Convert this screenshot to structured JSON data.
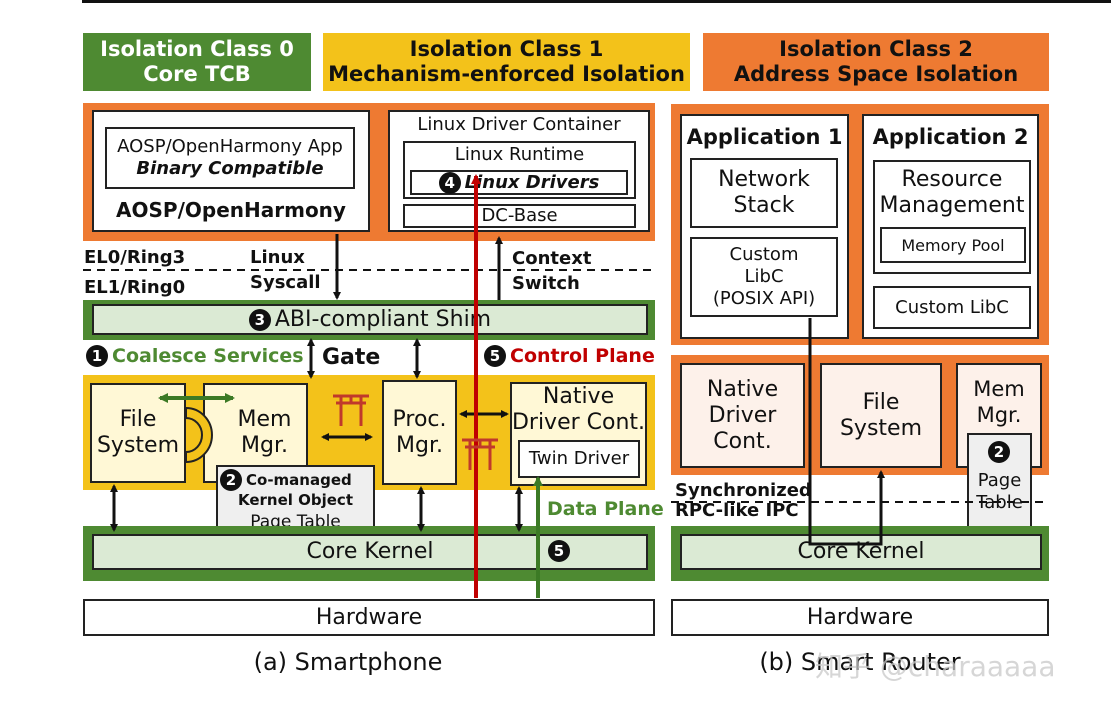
{
  "headers": {
    "class0": {
      "line1": "Isolation Class 0",
      "line2": "Core TCB",
      "color": "#4e8a32"
    },
    "class1": {
      "line1": "Isolation Class 1",
      "line2": "Mechanism-enforced Isolation",
      "color": "#f3c21a"
    },
    "class2": {
      "line1": "Isolation Class 2",
      "line2": "Address Space Isolation",
      "color": "#ee7a32"
    }
  },
  "smartphone": {
    "aosp_app_line1": "AOSP/OpenHarmony App",
    "aosp_app_line2": "Binary Compatible",
    "aosp_label": "AOSP/OpenHarmony",
    "ldc_title": "Linux Driver Container",
    "linux_runtime": "Linux Runtime",
    "linux_drivers_num": "4",
    "linux_drivers": "Linux Drivers",
    "dc_base": "DC-Base",
    "el0": "EL0/Ring3",
    "el1": "EL1/Ring0",
    "linux_syscall_1": "Linux",
    "linux_syscall_2": "Syscall",
    "context_switch_1": "Context",
    "context_switch_2": "Switch",
    "shim_num": "3",
    "shim": "ABI-compliant Shim",
    "coalesce_num": "1",
    "coalesce": "Coalesce Services",
    "gate": "Gate",
    "control_num": "5",
    "control_plane": "Control Plane",
    "file_system_1": "File",
    "file_system_2": "System",
    "mem_mgr_1": "Mem",
    "mem_mgr_2": "Mgr.",
    "proc_mgr_1": "Proc.",
    "proc_mgr_2": "Mgr.",
    "native_driver_1": "Native",
    "native_driver_2": "Driver Cont.",
    "twin_driver": "Twin Driver",
    "comanaged_num": "2",
    "comanaged_1": "Co-managed",
    "comanaged_2": "Kernel Object",
    "page_table": "Page Table",
    "data_plane": "Data Plane",
    "data_num": "5",
    "core_kernel": "Core Kernel",
    "hardware": "Hardware",
    "caption": "(a) Smartphone"
  },
  "router": {
    "app1": "Application 1",
    "app2": "Application 2",
    "network_stack_1": "Network",
    "network_stack_2": "Stack",
    "custom_libc_1": "Custom",
    "custom_libc_2": "LibC",
    "custom_libc_3": "(POSIX API)",
    "resource_mgmt_1": "Resource",
    "resource_mgmt_2": "Management",
    "memory_pool": "Memory Pool",
    "custom_libc_b": "Custom LibC",
    "native_driver_1": "Native",
    "native_driver_2": "Driver",
    "native_driver_3": "Cont.",
    "file_system_1": "File",
    "file_system_2": "System",
    "mem_mgr_1": "Mem",
    "mem_mgr_2": "Mgr.",
    "page_num": "2",
    "page_table_1": "Page",
    "page_table_2": "Table",
    "sync_1": "Synchronized",
    "sync_2": "RPC-like IPC",
    "core_kernel": "Core Kernel",
    "hardware": "Hardware",
    "caption": "(b) Smart Router"
  },
  "watermark": "知乎 @charaaaaa"
}
